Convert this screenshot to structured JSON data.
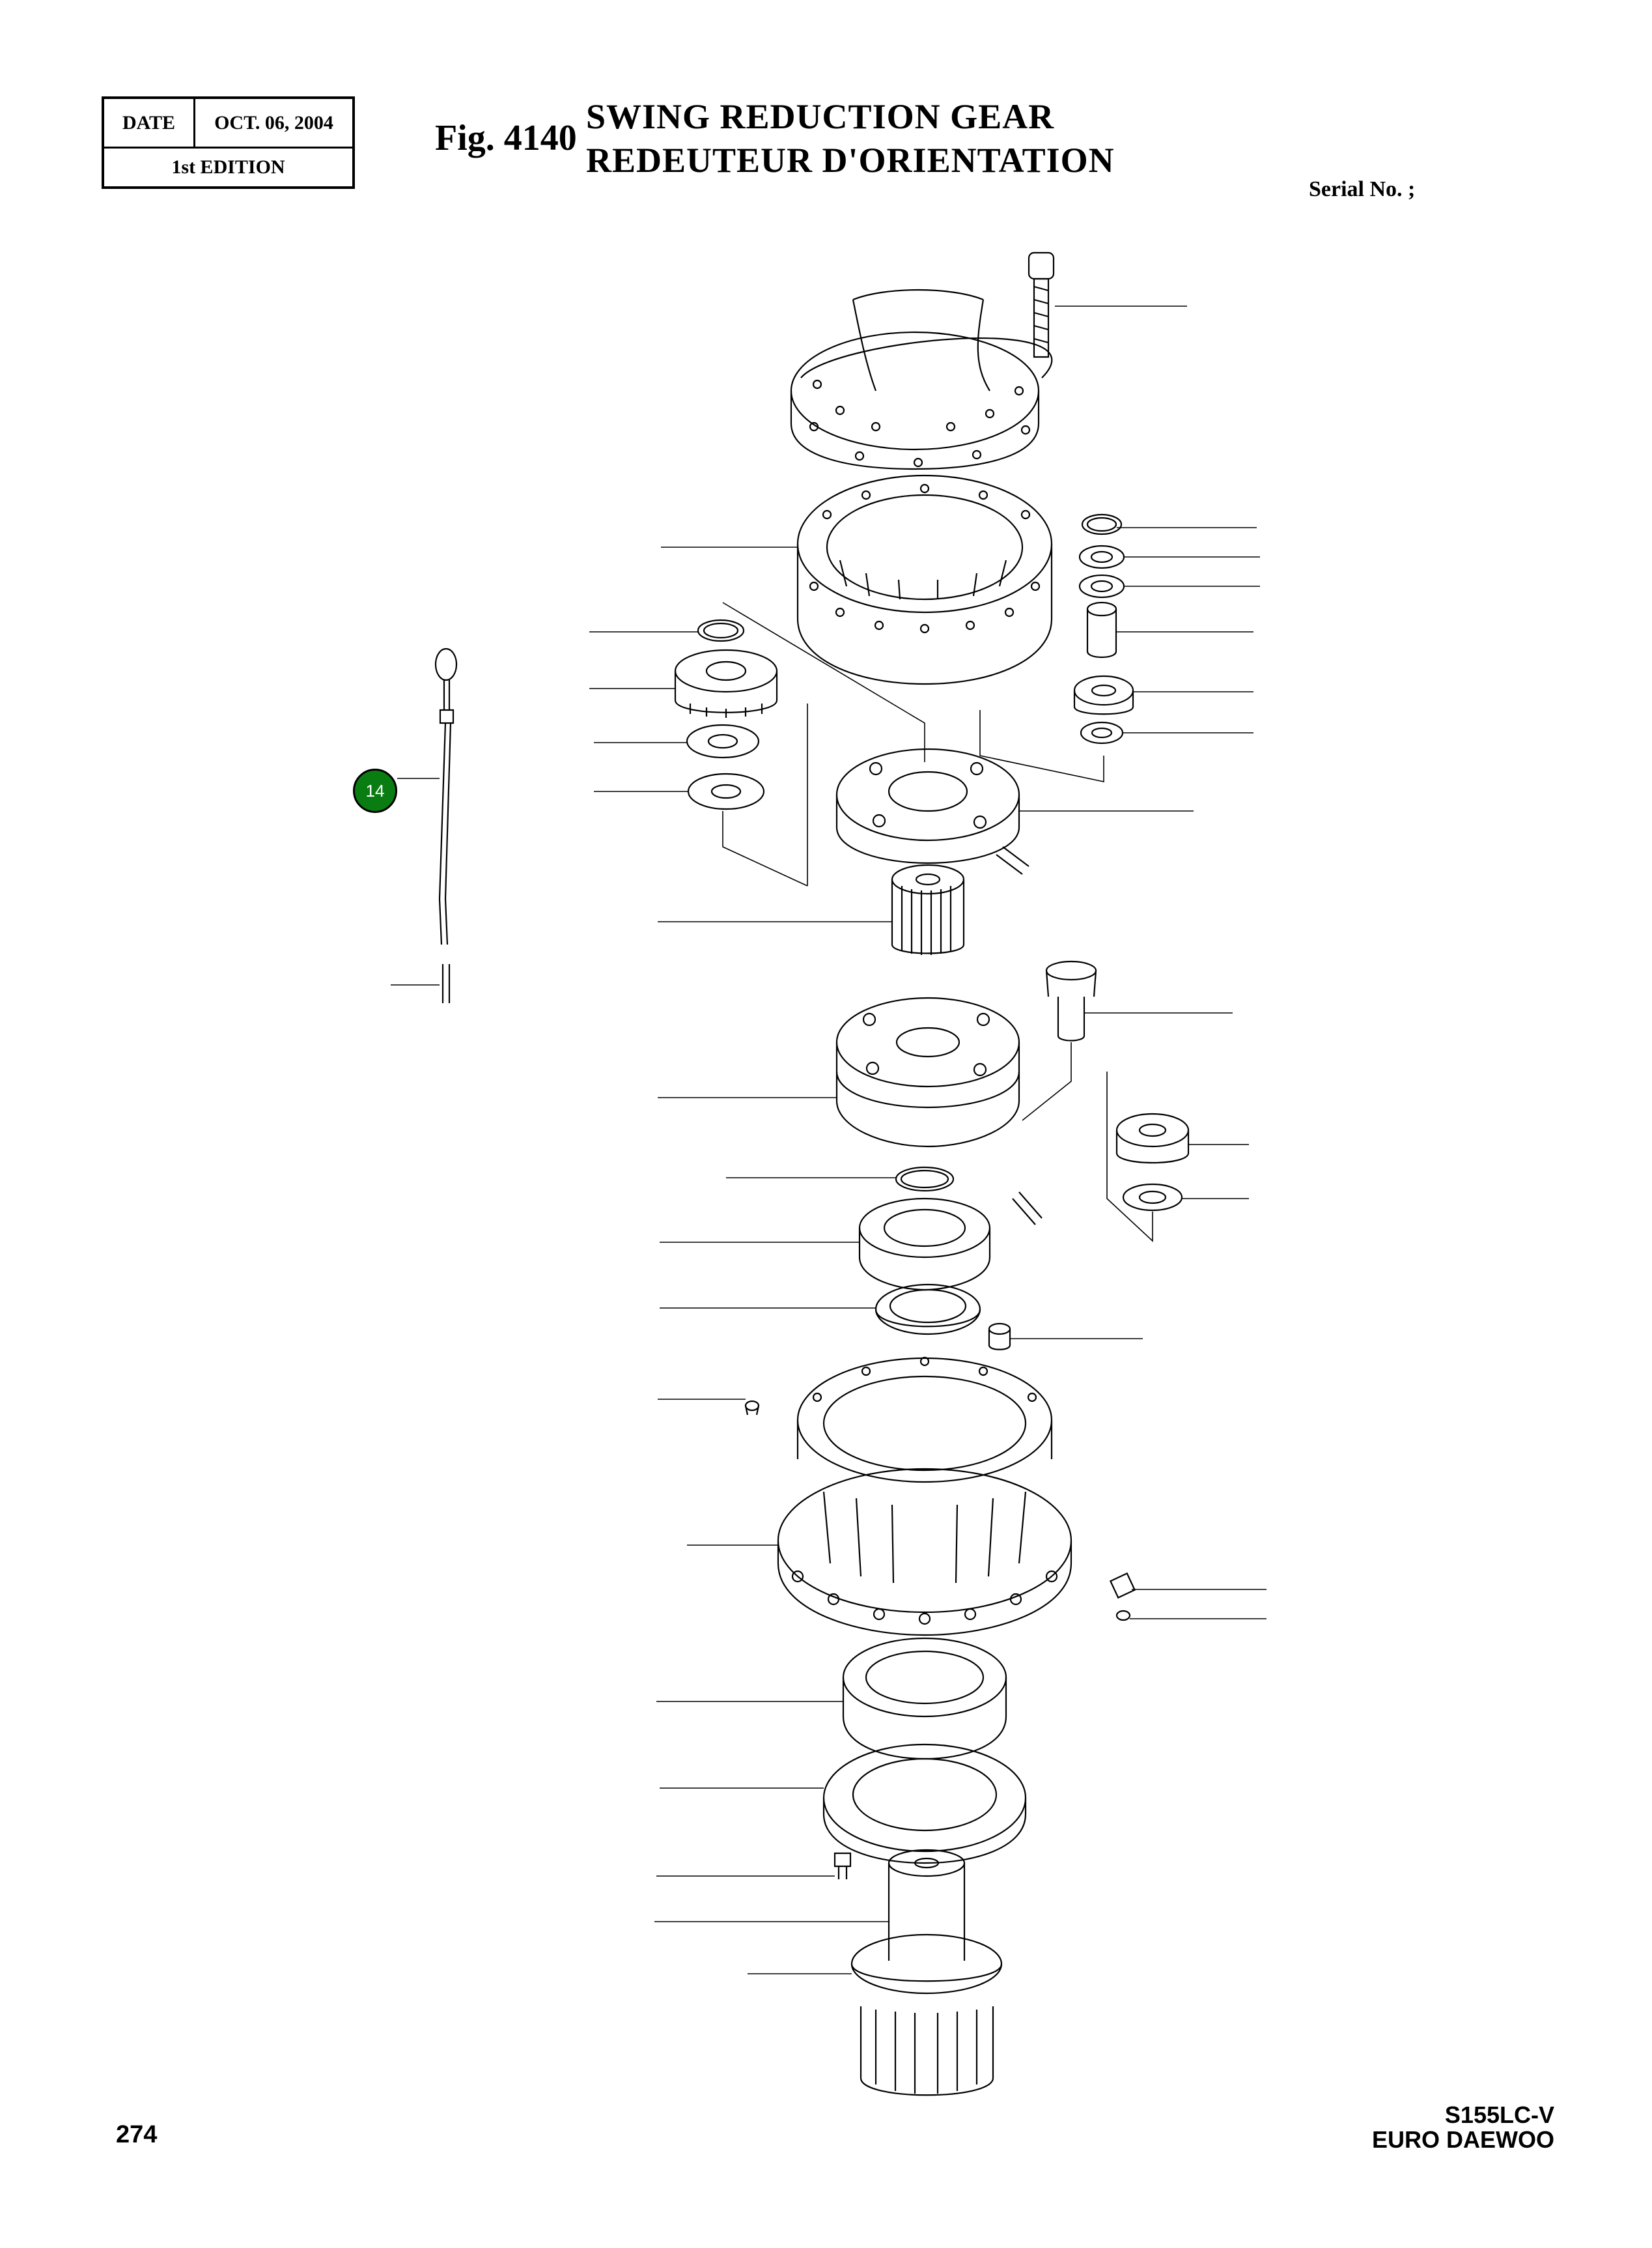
{
  "header": {
    "date_label": "DATE",
    "date_value": "OCT. 06, 2004",
    "edition": "1st EDITION",
    "figure_number": "Fig. 4140",
    "title_en": "SWING REDUCTION GEAR",
    "title_fr": "REDEUTEUR D'ORIENTATION",
    "serial_label": "Serial No. ;"
  },
  "callouts": [
    {
      "label": "14",
      "color": "#0a7d12"
    }
  ],
  "footer": {
    "page_number": "274",
    "model": "S155LC-V",
    "brand": "EURO DAEWOO"
  },
  "drawing": {
    "kind": "exploded-parts-diagram",
    "line_color": "#000000"
  }
}
